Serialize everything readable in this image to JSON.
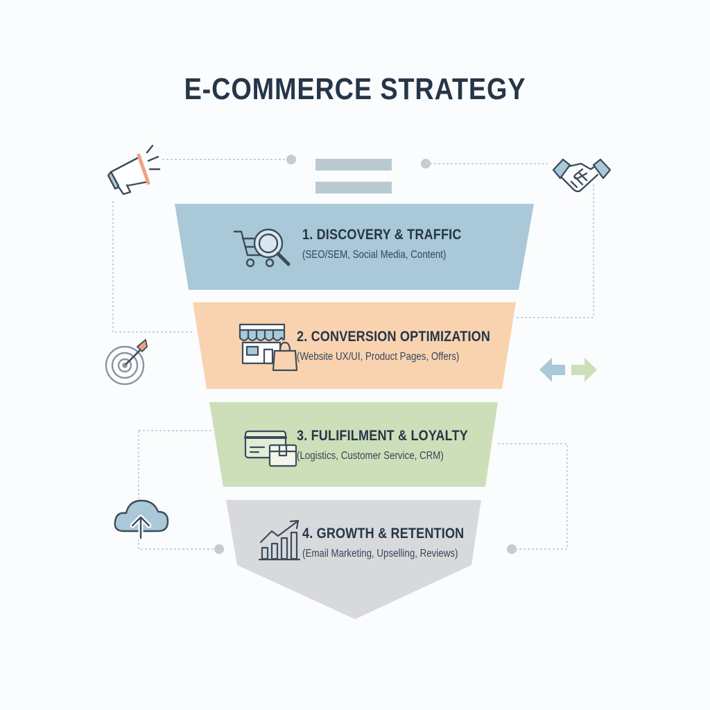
{
  "title": "E-COMMERCE STRATEGY",
  "stages": [
    {
      "title": "1. DISCOVERY & TRAFFIC",
      "subtitle": "(SEO/SEM, Social Media, Content)",
      "color": "#a9c8d8",
      "icon": "cart-magnifier-icon"
    },
    {
      "title": "2. CONVERSION OPTIMIZATION",
      "subtitle": "(Website UX/UI, Product Pages, Offers)",
      "color": "#f9d3b0",
      "icon": "storefront-bag-icon"
    },
    {
      "title": "3. FULIFILMENT & LOYALTY",
      "subtitle": "(Logistics, Customer Service, CRM)",
      "color": "#cddfb8",
      "icon": "card-package-icon"
    },
    {
      "title": "4. GROWTH & RETENTION",
      "subtitle": "(Email Marketing, Upselling, Reviews)",
      "color": "#d8d9db",
      "icon": "growth-chart-icon"
    }
  ],
  "side_icons": {
    "megaphone": "megaphone-icon",
    "handshake": "handshake-icon",
    "target": "target-icon",
    "arrows": "bidirectional-arrows-icon",
    "cloud": "cloud-upload-icon"
  },
  "colors": {
    "text": "#253648",
    "connector": "#b9c0c7",
    "top_bars": "#b9c9d2",
    "arrow_left": "#a9c8d8",
    "arrow_right": "#cddfb8",
    "icon_blue": "#a9c8d8",
    "icon_stroke": "#3b4b5c"
  }
}
